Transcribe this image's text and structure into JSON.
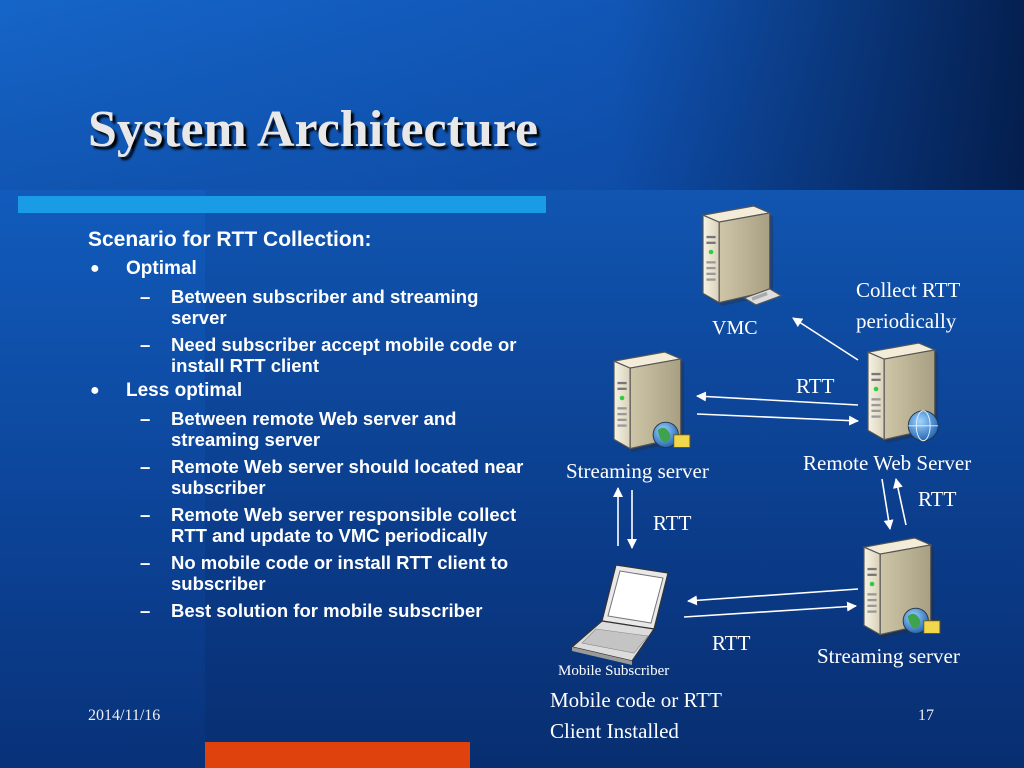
{
  "title": "System Architecture",
  "scenario": {
    "heading": "Scenario for RTT Collection:",
    "items": [
      {
        "label": "Optimal",
        "subitems": [
          "Between subscriber and streaming server",
          "Need subscriber accept mobile code or install RTT client"
        ]
      },
      {
        "label": "Less optimal",
        "subitems": [
          "Between remote Web server and streaming server",
          "Remote Web server should located near subscriber",
          "Remote Web server responsible collect RTT and update to VMC periodically",
          "No mobile code or install RTT client to subscriber",
          "Best solution for mobile subscriber"
        ]
      }
    ]
  },
  "diagram": {
    "vmc_label": "VMC",
    "collect_note_1": "Collect RTT",
    "collect_note_2": "periodically",
    "rtt_top": "RTT",
    "remote_web_server": "Remote Web Server",
    "streaming_server_top": "Streaming server",
    "rtt_left": "RTT",
    "rtt_right": "RTT",
    "rtt_bottom": "RTT",
    "streaming_server_bottom": "Streaming server",
    "mobile_subscriber": "Mobile Subscriber",
    "mobile_code_1": "Mobile code or RTT",
    "mobile_code_2": "Client Installed"
  },
  "footer": {
    "date": "2014/11/16",
    "page": "17"
  }
}
